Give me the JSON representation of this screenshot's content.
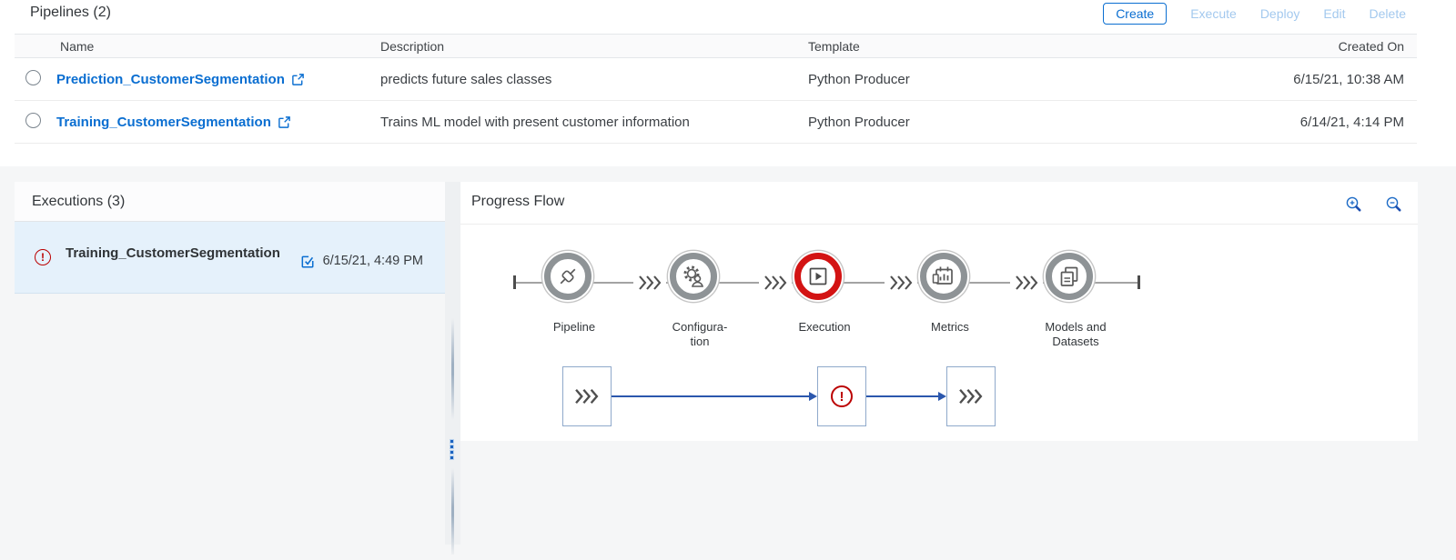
{
  "pipelines": {
    "title": "Pipelines (2)",
    "toolbar": {
      "create": "Create",
      "execute": "Execute",
      "deploy": "Deploy",
      "edit": "Edit",
      "delete": "Delete"
    },
    "columns": {
      "name": "Name",
      "description": "Description",
      "template": "Template",
      "created_on": "Created On"
    },
    "rows": [
      {
        "name": "Prediction_CustomerSegmentation",
        "description": "predicts future sales classes",
        "template": "Python Producer",
        "created_on": "6/15/21, 10:38 AM"
      },
      {
        "name": "Training_CustomerSegmentation",
        "description": "Trains ML model with present customer information",
        "template": "Python Producer",
        "created_on": "6/14/21, 4:14 PM"
      }
    ]
  },
  "executions": {
    "title": "Executions (3)",
    "selected_item": {
      "status_icon": "alert-icon",
      "name": "Training_CustomerSegmentation",
      "action_icon": "activity-icon",
      "timestamp": "6/15/21, 4:49 PM"
    }
  },
  "progress_flow": {
    "title": "Progress Flow",
    "zoom_in_icon": "zoom-in-icon",
    "zoom_out_icon": "zoom-out-icon",
    "steps": [
      {
        "icon": "pipeline-icon",
        "state": "default",
        "label_line1": "Pipeline",
        "label_line2": ""
      },
      {
        "icon": "configuration-icon",
        "state": "default",
        "label_line1": "Configura-",
        "label_line2": "tion"
      },
      {
        "icon": "execution-icon",
        "state": "error",
        "label_line1": "Execution",
        "label_line2": ""
      },
      {
        "icon": "metrics-icon",
        "state": "default",
        "label_line1": "Metrics",
        "label_line2": ""
      },
      {
        "icon": "models-datasets-icon",
        "state": "default",
        "label_line1": "Models and",
        "label_line2": "Datasets"
      }
    ],
    "subflow_nodes": [
      {
        "icon": "fast-forward-icon"
      },
      {
        "icon": "alert-icon"
      },
      {
        "icon": "fast-forward-icon"
      }
    ]
  },
  "colors": {
    "accent_blue": "#0a6ed1",
    "error_red": "#bb0000",
    "step_ring_gray": "#8e9396",
    "step_ring_error": "#d31313",
    "selection_bg": "#e5f1fb",
    "arrow_blue": "#2b57ad",
    "page_bg_bottom": "#f5f6f7"
  }
}
